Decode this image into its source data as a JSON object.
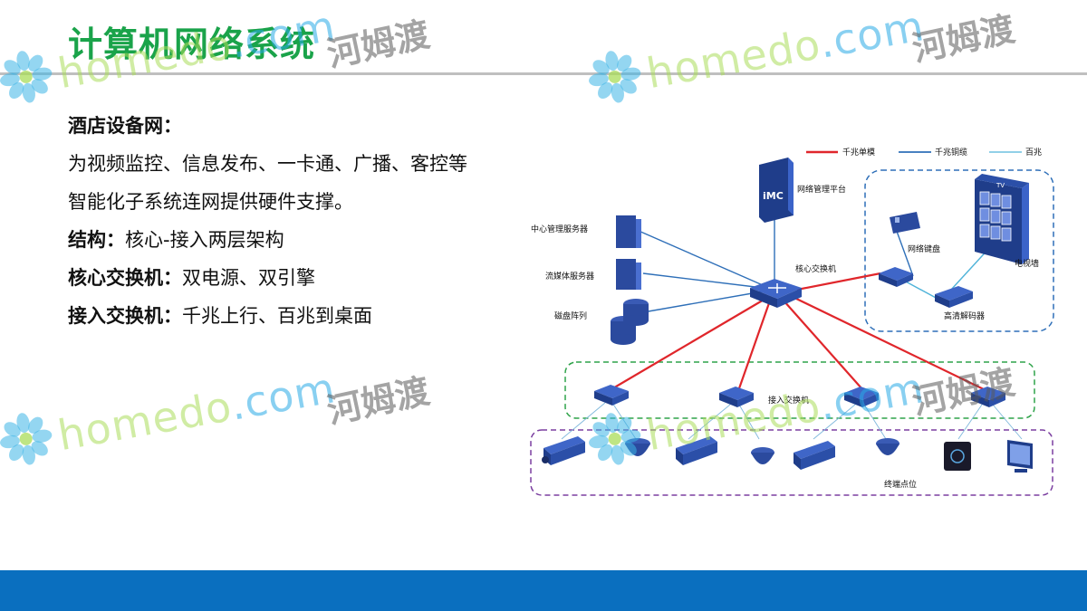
{
  "slide": {
    "title": "计算机网络系统",
    "lines": [
      {
        "type": "bold",
        "text": "酒店设备网："
      },
      {
        "type": "plain",
        "text": "为视频监控、信息发布、一卡通、广播、客控等"
      },
      {
        "type": "plain",
        "text": "智能化子系统连网提供硬件支撑。"
      },
      {
        "type": "mixed",
        "bold": "结构：",
        "text": "核心-接入两层架构"
      },
      {
        "type": "mixed",
        "bold": "核心交换机：",
        "text": "双电源、双引擎"
      },
      {
        "type": "mixed",
        "bold": "接入交换机：",
        "text": "千兆上行、百兆到桌面"
      }
    ]
  },
  "diagram": {
    "legend": {
      "red": "千兆单模",
      "blue": "千兆铜缆",
      "light": "百兆"
    },
    "labels": {
      "imc_badge": "iMC",
      "imc": "网络管理平台",
      "center_server": "中心管理服务器",
      "media_server": "流媒体服务器",
      "disk_array": "磁盘阵列",
      "core_switch": "核心交换机",
      "keyboard": "网络键盘",
      "decoder": "高清解码器",
      "tv_badge": "TV",
      "tv_wall": "电视墙",
      "access_switch": "接入交换机",
      "endpoints": "终端点位"
    },
    "colors": {
      "red": "#e0262b",
      "blue": "#2e6fb8",
      "light": "#4fb3d9",
      "green_dash": "#2fa34a",
      "purple_dash": "#7b3fa0",
      "blue_dash": "#2e6fb8"
    }
  },
  "watermark": {
    "brand_a": "homedo",
    "brand_dot": ".",
    "brand_b": "com",
    "cn": "河姆渡"
  },
  "theme": {
    "title_color": "#1aa34a",
    "footer_color": "#0a6fbf"
  }
}
